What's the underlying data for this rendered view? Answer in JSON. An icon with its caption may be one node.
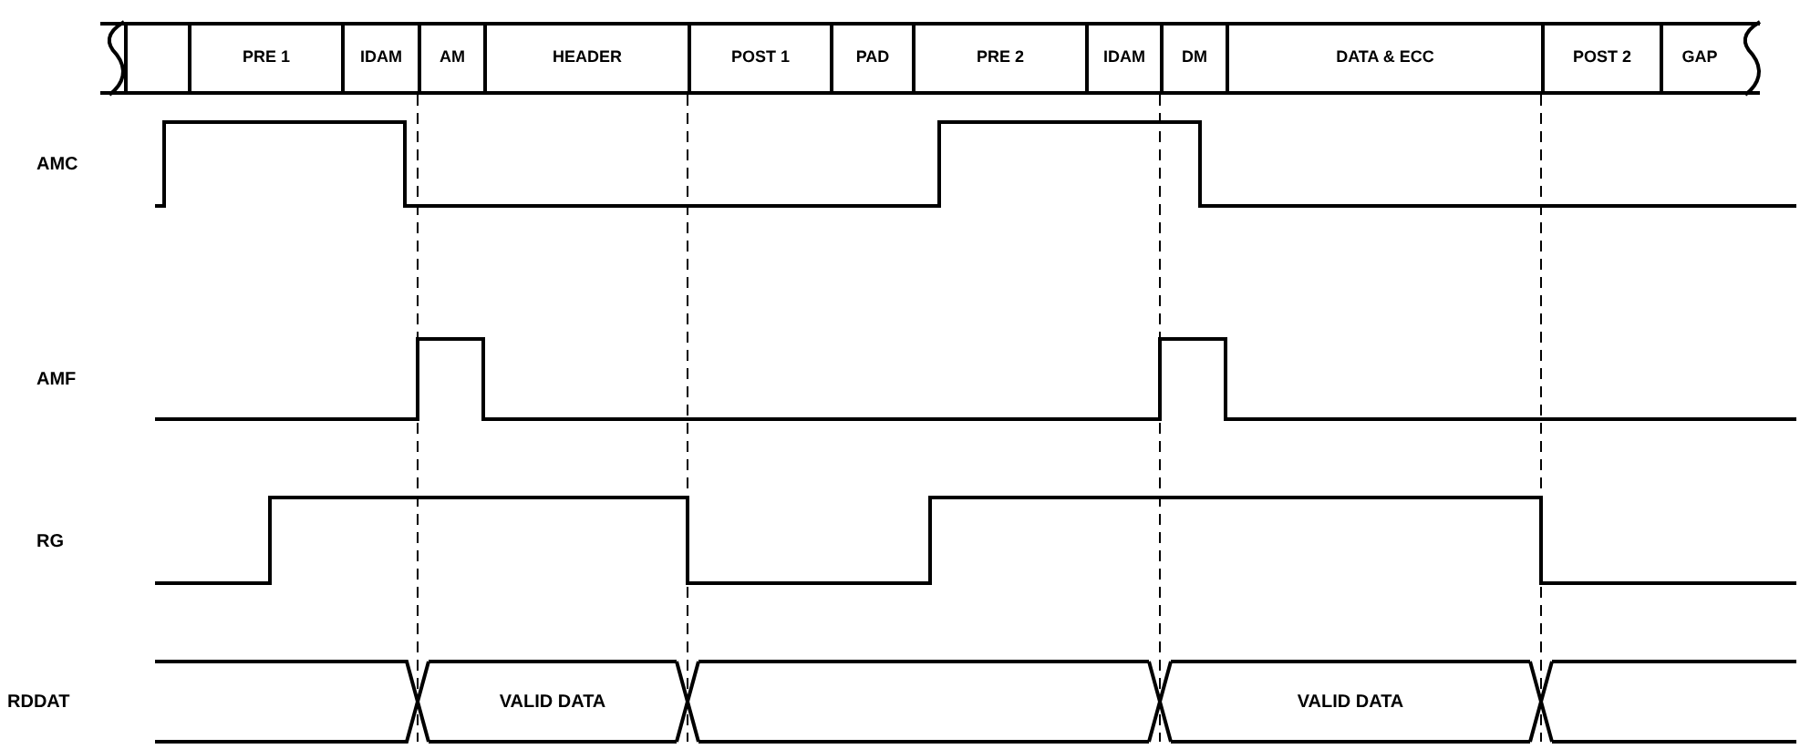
{
  "diagram": {
    "nodes": [
      {
        "text": [],
        "shape": "bar"
      },
      {
        "text": [],
        "shape": "box",
        "in": 0
      },
      {
        "text": [
          "PRE 1"
        ],
        "in": 0
      },
      {
        "text": [
          "IDAM"
        ],
        "in": 0
      },
      {
        "text": [
          "AM"
        ],
        "in": 0
      },
      {
        "text": [
          "HEADER"
        ],
        "in": 0
      },
      {
        "text": [
          "POST 1"
        ],
        "in": 0
      },
      {
        "text": [
          "PAD"
        ],
        "in": 0
      },
      {
        "text": [
          "PRE 2"
        ],
        "in": 0
      },
      {
        "text": [
          "IDAM"
        ],
        "in": 0
      },
      {
        "text": [
          "DM"
        ],
        "in": 0
      },
      {
        "text": [
          "DATA & ECC"
        ],
        "in": 0
      },
      {
        "text": [
          "POST 2"
        ],
        "in": 0
      },
      {
        "text": [
          "GAP"
        ],
        "in": 0
      }
    ],
    "labels": [
      "AMC",
      "AMF",
      "RG",
      "RDDAT",
      "VALID DATA",
      "VALID DATA"
    ]
  }
}
